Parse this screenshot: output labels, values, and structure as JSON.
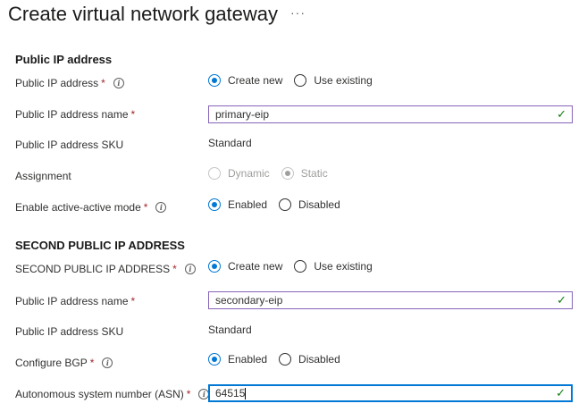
{
  "page": {
    "title": "Create virtual network gateway",
    "more": "···"
  },
  "primary": {
    "section_title": "Public IP address",
    "public_ip": {
      "label": "Public IP address",
      "options": [
        "Create new",
        "Use existing"
      ],
      "selected": "Create new"
    },
    "name": {
      "label": "Public IP address name",
      "value": "primary-eip"
    },
    "sku": {
      "label": "Public IP address SKU",
      "value": "Standard"
    },
    "assignment": {
      "label": "Assignment",
      "options": [
        "Dynamic",
        "Static"
      ],
      "selected": "Static",
      "disabled": true
    },
    "active_active": {
      "label": "Enable active-active mode",
      "options": [
        "Enabled",
        "Disabled"
      ],
      "selected": "Enabled"
    }
  },
  "secondary": {
    "section_title": "SECOND PUBLIC IP ADDRESS",
    "public_ip": {
      "label": "SECOND PUBLIC IP ADDRESS",
      "options": [
        "Create new",
        "Use existing"
      ],
      "selected": "Create new"
    },
    "name": {
      "label": "Public IP address name",
      "value": "secondary-eip"
    },
    "sku": {
      "label": "Public IP address SKU",
      "value": "Standard"
    },
    "bgp": {
      "label": "Configure BGP",
      "options": [
        "Enabled",
        "Disabled"
      ],
      "selected": "Enabled"
    },
    "asn": {
      "label": "Autonomous system number (ASN)",
      "value": "64515"
    }
  },
  "required_mark": "*",
  "info_glyph": "i",
  "check_glyph": "✓",
  "colors": {
    "accent": "#0078d4",
    "required": "#a4262c",
    "valid": "#107c10",
    "input_border": "#8764b8"
  }
}
